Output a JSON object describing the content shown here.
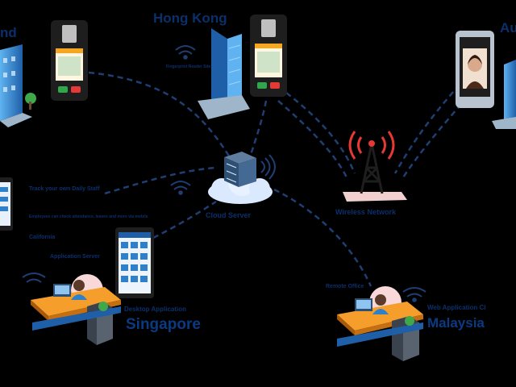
{
  "labels": {
    "city_left": "nd",
    "city_hong_kong": "Hong Kong",
    "city_right": "Au",
    "fingerprint_reader": "Fingerprint Reader Site",
    "cloud_server": "Cloud Server",
    "wireless_network": "Wireless Network",
    "track_day": "Track your own Daily Staff",
    "track_detail": "Employees can check attendance, leaves and more via mobile",
    "california": "California",
    "application_server": "Application Server",
    "desktop_application": "Desktop Application",
    "singapore": "Singapore",
    "remote_office": "Remote Office",
    "web_application": "Web Application Cl",
    "malaysia": "Malaysia"
  },
  "colors": {
    "background": "#000000",
    "label_text": "#0b2f6b",
    "connector": "#1f3f73",
    "building": "#2f80c8",
    "device_body": "#1e1e1e",
    "screen_accent": "#f5a623",
    "tower_red": "#e53935",
    "cloud": "#dbe9ff"
  },
  "icons": [
    "building-icon",
    "tower-building-icon",
    "terminal-device-icon",
    "face-terminal-icon",
    "server-icon",
    "cloud-icon",
    "wifi-icon",
    "antenna-tower-icon",
    "tablet-icon",
    "desk-worker-icon"
  ]
}
